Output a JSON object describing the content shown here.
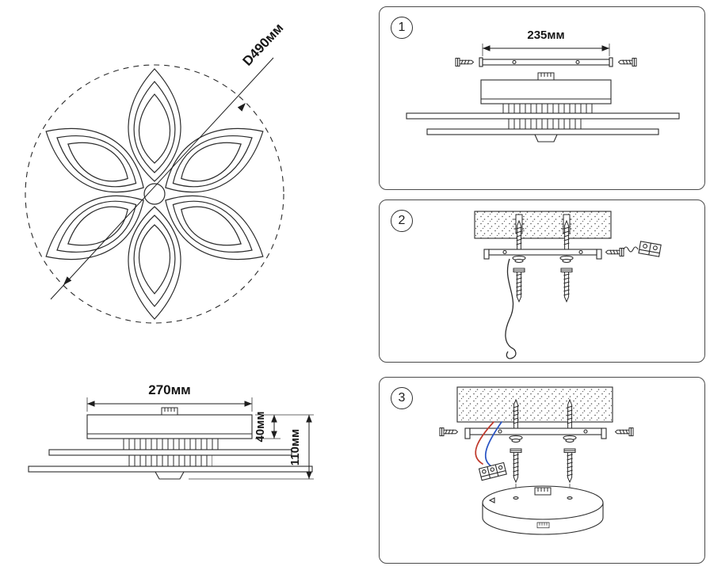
{
  "top_view": {
    "diameter_label": "D490мм"
  },
  "side_view": {
    "width_label": "270мм",
    "canopy_height_label": "40мм",
    "total_height_label": "110мм"
  },
  "steps": [
    {
      "number": "1",
      "bar_width_label": "235мм"
    },
    {
      "number": "2"
    },
    {
      "number": "3"
    }
  ],
  "colors": {
    "line": "#2b2b2b",
    "wire_red": "#c0392b",
    "wire_blue": "#2853c4",
    "panel_border": "#4a4a4a",
    "background": "#ffffff"
  }
}
